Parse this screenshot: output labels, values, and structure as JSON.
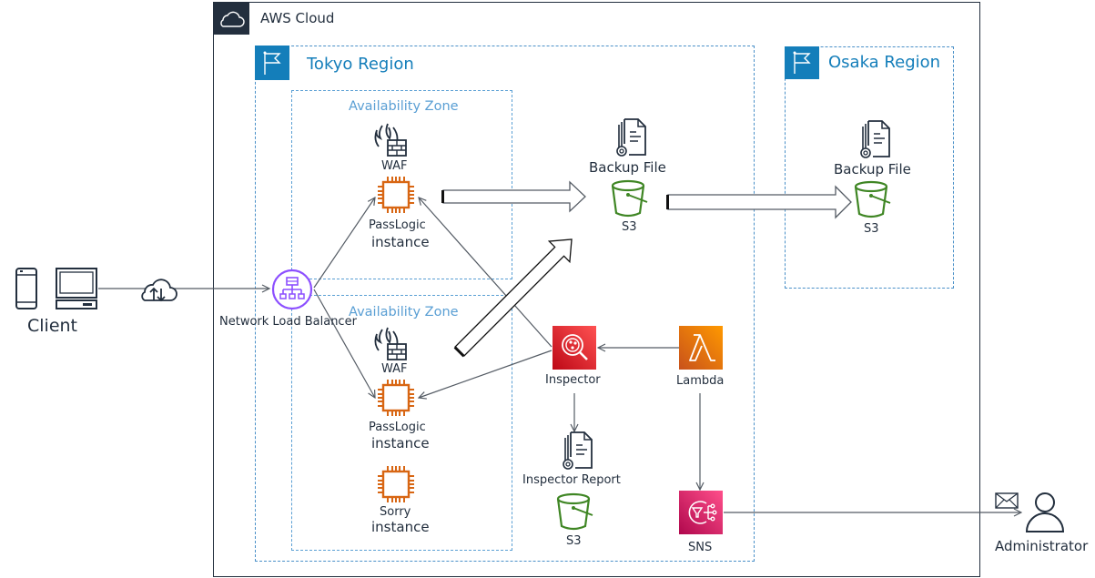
{
  "cloud": {
    "title": "AWS Cloud",
    "icon": "cloud-icon"
  },
  "regions": {
    "tokyo": {
      "title": "Tokyo Region",
      "icon": "flag-icon"
    },
    "osaka": {
      "title": "Osaka Region",
      "icon": "flag-icon"
    }
  },
  "availability_zones": [
    {
      "title": "Availability Zone"
    },
    {
      "title": "Availability Zone"
    }
  ],
  "client": {
    "label": "Client",
    "icons": [
      "smartphone-icon",
      "desktop-computer-icon"
    ]
  },
  "internet": {
    "icon": "cloud-upload-download-icon"
  },
  "nlb": {
    "label": "Network Load Balancer"
  },
  "az1": {
    "waf_label": "WAF",
    "instance_label_1": "PassLogic",
    "instance_label_2": "instance"
  },
  "az2": {
    "waf_label": "WAF",
    "instance_label_1": "PassLogic",
    "instance_label_2": "instance",
    "sorry_label_1": "Sorry",
    "sorry_label_2": "instance"
  },
  "tokyo_backup": {
    "file_label": "Backup File",
    "bucket_label": "S3"
  },
  "osaka_backup": {
    "file_label": "Backup File",
    "bucket_label": "S3"
  },
  "inspector": {
    "label": "Inspector"
  },
  "inspector_report": {
    "file_label": "Inspector Report",
    "bucket_label": "S3"
  },
  "lambda": {
    "label": "Lambda"
  },
  "sns": {
    "label": "SNS"
  },
  "admin": {
    "label": "Administrator",
    "icons": [
      "envelope-icon",
      "user-icon"
    ]
  },
  "colors": {
    "cloud_dark": "#232f3e",
    "region_blue": "#147eba",
    "az_blue": "#5a9fd4",
    "ec2_orange": "#d86613",
    "s3_green": "#3f8624",
    "nlb_purple": "#8c4fff",
    "inspector_red": "#dd344c",
    "lambda_orange": "#ed7100",
    "sns_pink": "#e7157b"
  }
}
